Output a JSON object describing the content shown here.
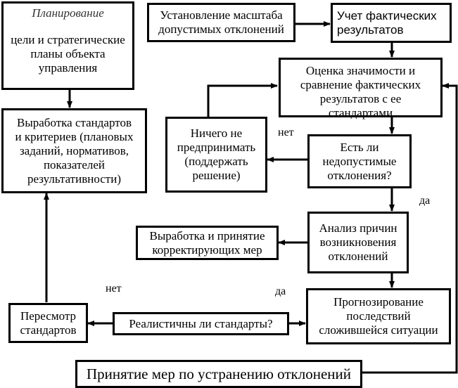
{
  "boxes": {
    "planning": {
      "heading": "Планирование",
      "lines": [
        "цели и стратегические",
        "планы объекта",
        "управления"
      ]
    },
    "set_scale": {
      "lines": [
        "Установление масштаба",
        "допустимых отклонений"
      ]
    },
    "actual_results": {
      "lines": [
        "Учет фактических",
        "результатов"
      ]
    },
    "evaluation": {
      "lines": [
        "Оценка значимости и",
        "сравнение фактических",
        "результатов с ее",
        "стандартами"
      ]
    },
    "develop_standards": {
      "lines": [
        "Выработка стандартов",
        "и критериев (плановых",
        "заданий, нормативов,",
        "показателей",
        "результативности)"
      ]
    },
    "do_nothing": {
      "lines": [
        "Ничего не",
        "предпринимать",
        "(поддержать",
        "решение)"
      ]
    },
    "unacceptable_deviations": {
      "lines": [
        "Есть ли",
        "недопустимые",
        "отклонения?"
      ]
    },
    "analysis_causes": {
      "lines": [
        "Анализ причин",
        "возникновения",
        "отклонений"
      ]
    },
    "corrective_measures": {
      "lines": [
        "Выработка и принятие",
        "корректирующих мер"
      ]
    },
    "forecasting": {
      "lines": [
        "Прогнозирование",
        "последствий",
        "сложившейся ситуации"
      ]
    },
    "realistic_standards": {
      "lines": [
        "Реалистичны ли стандарты?"
      ]
    },
    "revise_standards": {
      "lines": [
        "Пересмотр",
        "стандартов"
      ]
    },
    "eliminate_deviations": {
      "lines": [
        "Принятие мер по устранению отклонений"
      ]
    }
  },
  "edge_labels": {
    "no_deviation": "нет",
    "yes_deviation": "да",
    "no_realistic": "нет",
    "yes_realistic": "да"
  }
}
